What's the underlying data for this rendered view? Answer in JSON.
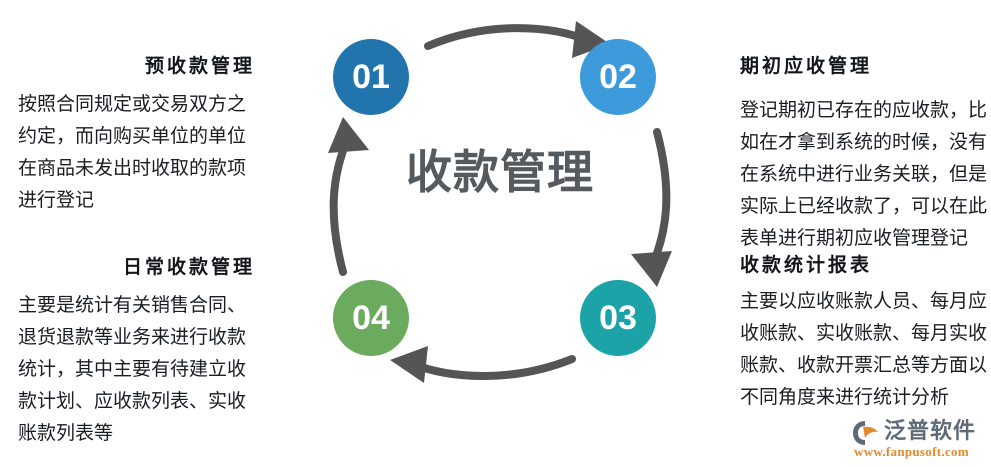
{
  "center": {
    "title": "收款管理"
  },
  "nodes": [
    {
      "number": "01",
      "color": "#2175AC"
    },
    {
      "number": "02",
      "color": "#3D9BDC"
    },
    {
      "number": "03",
      "color": "#1CA3A8"
    },
    {
      "number": "04",
      "color": "#6AAB5E"
    }
  ],
  "blocks": {
    "top_left": {
      "heading": "预收款管理",
      "body": "按照合同规定或交易双方之约定，而向购买单位的单位在商品未发出时收取的款项进行登记"
    },
    "bottom_left": {
      "heading": "日常收款管理",
      "body": "主要是统计有关销售合同、退货退款等业务来进行收款统计，其中主要有待建立收款计划、应收款列表、实收账款列表等"
    },
    "top_right": {
      "heading": "期初应收管理",
      "body": "登记期初已存在的应收款，比如在才拿到系统的时候，没有在系统中进行业务关联，但是实际上已经收款了，可以在此表单进行期初应收管理登记"
    },
    "bottom_right": {
      "heading": "收款统计报表",
      "body": "主要以应收账款人员、每月应收账款、实收账款、每月实收账款、收款开票汇总等方面以不同角度来进行统计分析"
    }
  },
  "watermark": {
    "brand": "泛普软件",
    "url": "www.fanpusoft.com"
  },
  "colors": {
    "arrow": "#555555",
    "title": "#555A5E",
    "heading": "#12151A",
    "body": "#1A1D22",
    "background": "#FFFFFF"
  }
}
